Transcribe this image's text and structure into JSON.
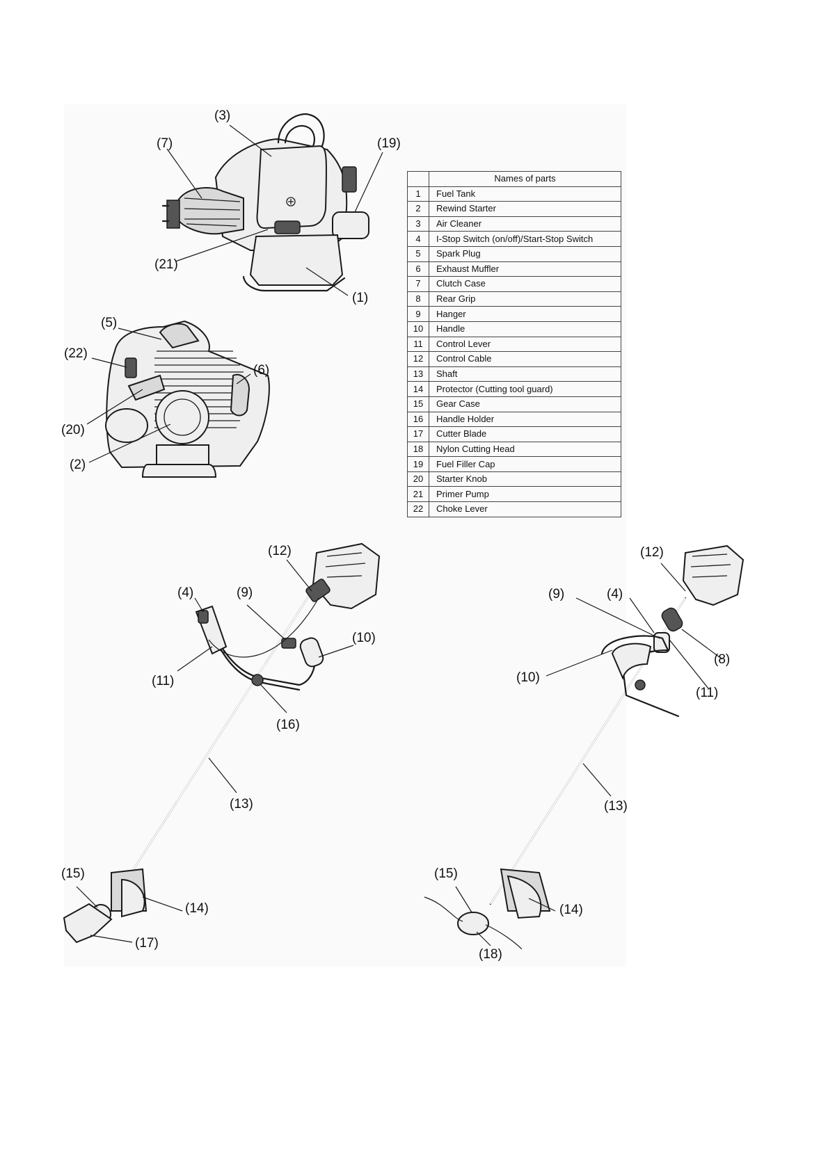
{
  "table": {
    "header": [
      "",
      "Names of parts"
    ],
    "rows": [
      {
        "no": "1",
        "name": "Fuel Tank"
      },
      {
        "no": "2",
        "name": "Rewind Starter"
      },
      {
        "no": "3",
        "name": "Air Cleaner"
      },
      {
        "no": "4",
        "name": "I-Stop Switch (on/off)/Start-Stop Switch"
      },
      {
        "no": "5",
        "name": "Spark Plug"
      },
      {
        "no": "6",
        "name": "Exhaust Muffler"
      },
      {
        "no": "7",
        "name": "Clutch Case"
      },
      {
        "no": "8",
        "name": "Rear Grip"
      },
      {
        "no": "9",
        "name": "Hanger"
      },
      {
        "no": "10",
        "name": "Handle"
      },
      {
        "no": "11",
        "name": "Control Lever"
      },
      {
        "no": "12",
        "name": "Control Cable"
      },
      {
        "no": "13",
        "name": "Shaft"
      },
      {
        "no": "14",
        "name": "Protector (Cutting tool guard)"
      },
      {
        "no": "15",
        "name": "Gear Case"
      },
      {
        "no": "16",
        "name": "Handle Holder"
      },
      {
        "no": "17",
        "name": "Cutter Blade"
      },
      {
        "no": "18",
        "name": "Nylon Cutting Head"
      },
      {
        "no": "19",
        "name": "Fuel Filler Cap"
      },
      {
        "no": "20",
        "name": "Starter Knob"
      },
      {
        "no": "21",
        "name": "Primer Pump"
      },
      {
        "no": "22",
        "name": "Choke Lever"
      }
    ]
  },
  "engine_front": {
    "callouts": {
      "c3": "(3)",
      "c7": "(7)",
      "c19": "(19)",
      "c21": "(21)",
      "c1": "(1)"
    }
  },
  "engine_side": {
    "callouts": {
      "c5": "(5)",
      "c22": "(22)",
      "c6": "(6)",
      "c20": "(20)",
      "c2": "(2)"
    }
  },
  "trimmer_left": {
    "callouts": {
      "c12": "(12)",
      "c4": "(4)",
      "c9": "(9)",
      "c10": "(10)",
      "c11": "(11)",
      "c16": "(16)",
      "c13": "(13)",
      "c15": "(15)",
      "c14": "(14)",
      "c17": "(17)"
    }
  },
  "trimmer_right": {
    "callouts": {
      "c12": "(12)",
      "c9": "(9)",
      "c4": "(4)",
      "c8": "(8)",
      "c10": "(10)",
      "c11": "(11)",
      "c13": "(13)",
      "c15": "(15)",
      "c14": "(14)",
      "c18": "(18)"
    }
  }
}
